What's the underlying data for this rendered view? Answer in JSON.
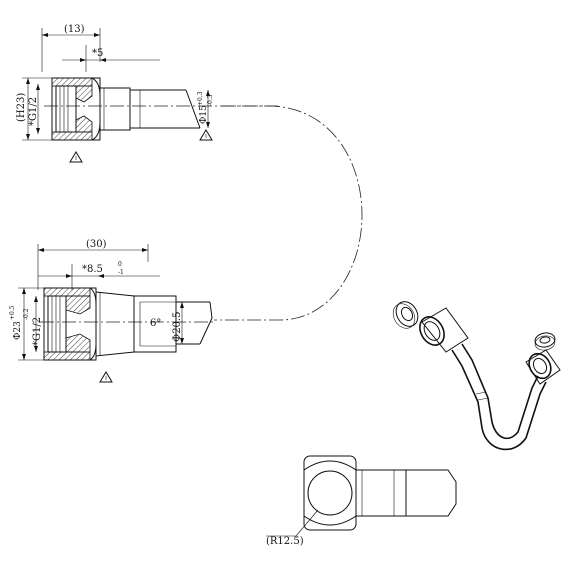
{
  "top_fitting": {
    "dim_overall": "(13)",
    "dim_nut": "*5",
    "dim_hex": "(H23)",
    "dim_thread": "*G1/2",
    "dim_tube": "Φ15",
    "dim_tube_tol_upper": "+0.3",
    "dim_tube_tol_lower": "-0.3"
  },
  "bottom_fitting": {
    "dim_overall": "(30)",
    "dim_nut": "*8.5",
    "dim_nut_tol_upper": "0",
    "dim_nut_tol_lower": "-1",
    "dim_outer": "Φ23",
    "dim_outer_tol_upper": "+0.5",
    "dim_outer_tol_lower": "-0.2",
    "dim_thread": "*G1/2",
    "dim_angle": "6°",
    "dim_tube": "Φ20.5"
  },
  "elbow_detail": {
    "dim_radius": "(R12.5)"
  }
}
